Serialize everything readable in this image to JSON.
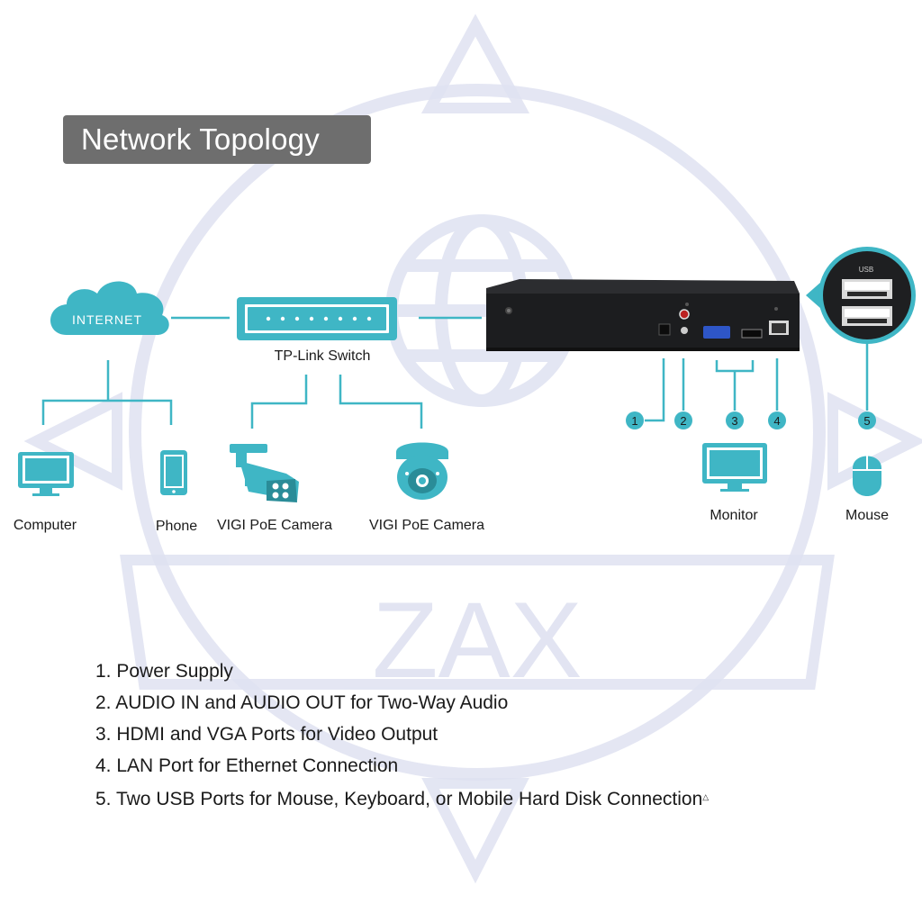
{
  "title": "Network Topology",
  "nodes": {
    "internet": "INTERNET",
    "switch": "TP-Link Switch",
    "computer": "Computer",
    "phone": "Phone",
    "camera_bullet": "VIGI PoE Camera",
    "camera_turret": "VIGI PoE Camera",
    "monitor": "Monitor",
    "mouse": "Mouse",
    "usb": "USB"
  },
  "port_markers": [
    "1",
    "2",
    "3",
    "4",
    "5"
  ],
  "notes": [
    "1. Power Supply",
    "2. AUDIO IN and AUDIO OUT for Two-Way Audio",
    "3. HDMI and VGA Ports for Video Output",
    "4. LAN Port for Ethernet Connection",
    "5. Two USB Ports for Mouse, Keyboard, or Mobile Hard Disk Connection"
  ],
  "notes_marker": "△",
  "watermark": "ZAX",
  "colors": {
    "accent": "#3fb6c5",
    "title_bg": "#6e6e6e",
    "device": "#1c1d1f",
    "watermark": "#d9dcef"
  }
}
